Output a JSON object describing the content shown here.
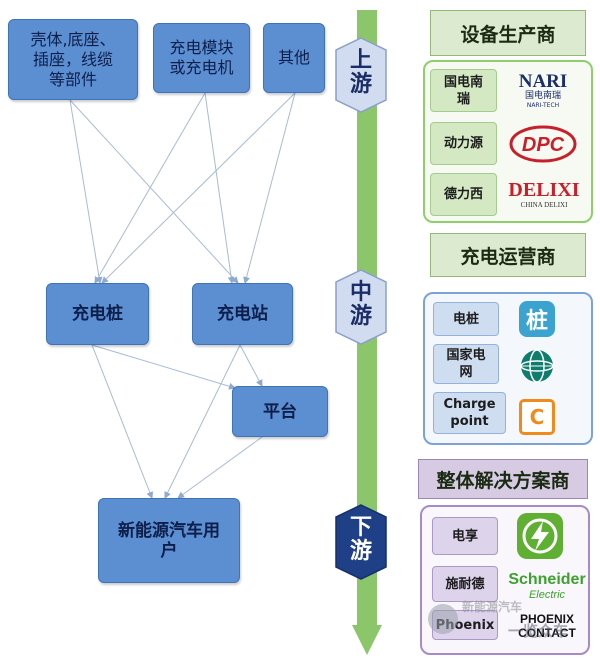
{
  "upstream_sources": [
    {
      "label": "壳体,底座、\n插座，线缆\n等部件"
    },
    {
      "label": "充电模块\n或充电机"
    },
    {
      "label": "其他"
    }
  ],
  "middle_nodes": {
    "charging_pile": "充电桩",
    "charging_station": "充电站",
    "platform": "平台",
    "users": "新能源汽车用\n户"
  },
  "stages": {
    "upstream": "上\n游",
    "midstream": "中\n游",
    "downstream": "下\n游"
  },
  "sections": {
    "equipment": {
      "title": "设备生产商",
      "companies": [
        {
          "name": "国电南\n瑞",
          "logo_text": "NARI",
          "logo_sub": "国电南瑞",
          "logo_sub2": "NARI-TECH"
        },
        {
          "name": "动力源",
          "logo_text": "DPC"
        },
        {
          "name": "德力西",
          "logo_text": "DELIXI",
          "logo_sub": "CHINA DELIXI"
        }
      ]
    },
    "operators": {
      "title": "充电运营商",
      "companies": [
        {
          "name": "电桩",
          "logo_text": "桩"
        },
        {
          "name": "国家电\n网",
          "logo_icon": "globe-icon"
        },
        {
          "name": "Charge\npoint",
          "logo_text": "C"
        }
      ]
    },
    "solutions": {
      "title": "整体解决方案商",
      "companies": [
        {
          "name": "电享",
          "logo_icon": "lightning-icon"
        },
        {
          "name": "施耐德",
          "logo_text": "Schneider",
          "logo_sub": "Electric"
        },
        {
          "name": "Phoenix",
          "logo_text": "PHOENIX",
          "logo_sub": "CONTACT"
        }
      ]
    }
  },
  "watermark": {
    "text": "新能源汽车",
    "overlay": "一览众车"
  },
  "colors": {
    "node_blue": "#5b8fd2",
    "arrow_green": "#8cc66b",
    "hex_fill": "#d2dcf0",
    "green_panel": "#8fcf69",
    "blue_panel": "#7ba3d6",
    "purple_panel": "#a58cc7"
  }
}
